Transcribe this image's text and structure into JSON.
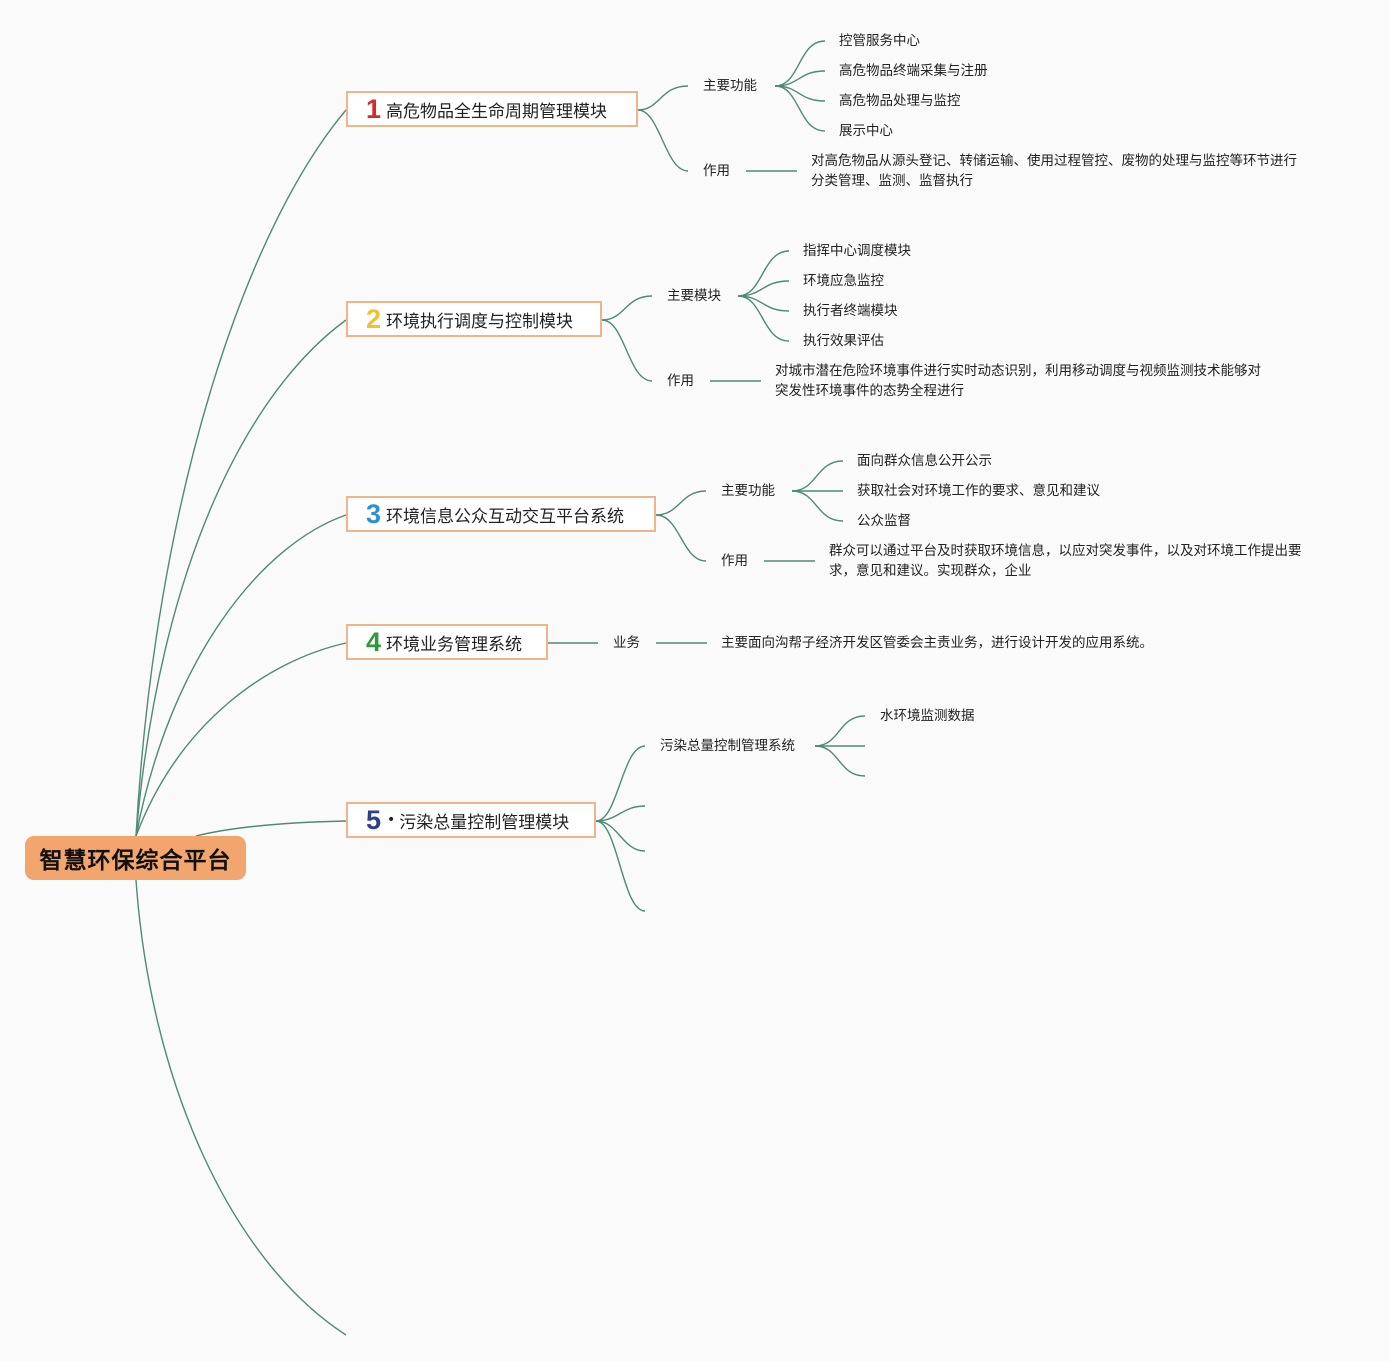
{
  "root": "智慧环保综合平台",
  "colors": {
    "link": "#4f8a76",
    "root_bg": "#f2a56d",
    "topic_border": "#f0b48b",
    "num1": "#d62a2a",
    "num2": "#f2c12e",
    "num3": "#2f8fd6",
    "num4": "#2e9a3c",
    "num5": "#2c3e8c"
  },
  "topics": [
    {
      "num": "1",
      "title": "高危物品全生命周期管理模块",
      "main_label": "主要功能",
      "items": [
        "控管服务中心",
        "高危物品终端采集与注册",
        "高危物品处理与监控",
        "展示中心"
      ],
      "role_label": "作用",
      "role_text": "对高危物品从源头登记、转储运输、使用过程管控、废物的处理与监控等环节进行分类管理、监测、监督执行"
    },
    {
      "num": "2",
      "title": "环境执行调度与控制模块",
      "main_label": "主要模块",
      "items": [
        "指挥中心调度模块",
        "环境应急监控",
        "执行者终端模块",
        "执行效果评估"
      ],
      "role_label": "作用",
      "role_text": "对城市潜在危险环境事件进行实时动态识别，利用移动调度与视频监测技术能够对突发性环境事件的态势全程进行"
    },
    {
      "num": "3",
      "title": "环境信息公众互动交互平台系统",
      "main_label": "主要功能",
      "items": [
        "面向群众信息公开公示",
        "获取社会对环境工作的要求、意见和建议",
        "公众监督"
      ],
      "role_label": "作用",
      "role_text": "群众可以通过平台及时获取环境信息，以应对突发事件，以及对环境工作提出要求，意见和建议。实现群众，企业"
    },
    {
      "num": "4",
      "title": "环境业务管理系统",
      "biz_label": "业务",
      "biz_text": "主要面向沟帮子经济开发区管委会主责业务，进行设计开发的应用系统。"
    },
    {
      "num": "5",
      "dot": "•",
      "title": "污染总量控制管理模块",
      "sub_label": "污染总量控制管理系统",
      "sub_items": [
        "水环境监测数据"
      ]
    }
  ]
}
